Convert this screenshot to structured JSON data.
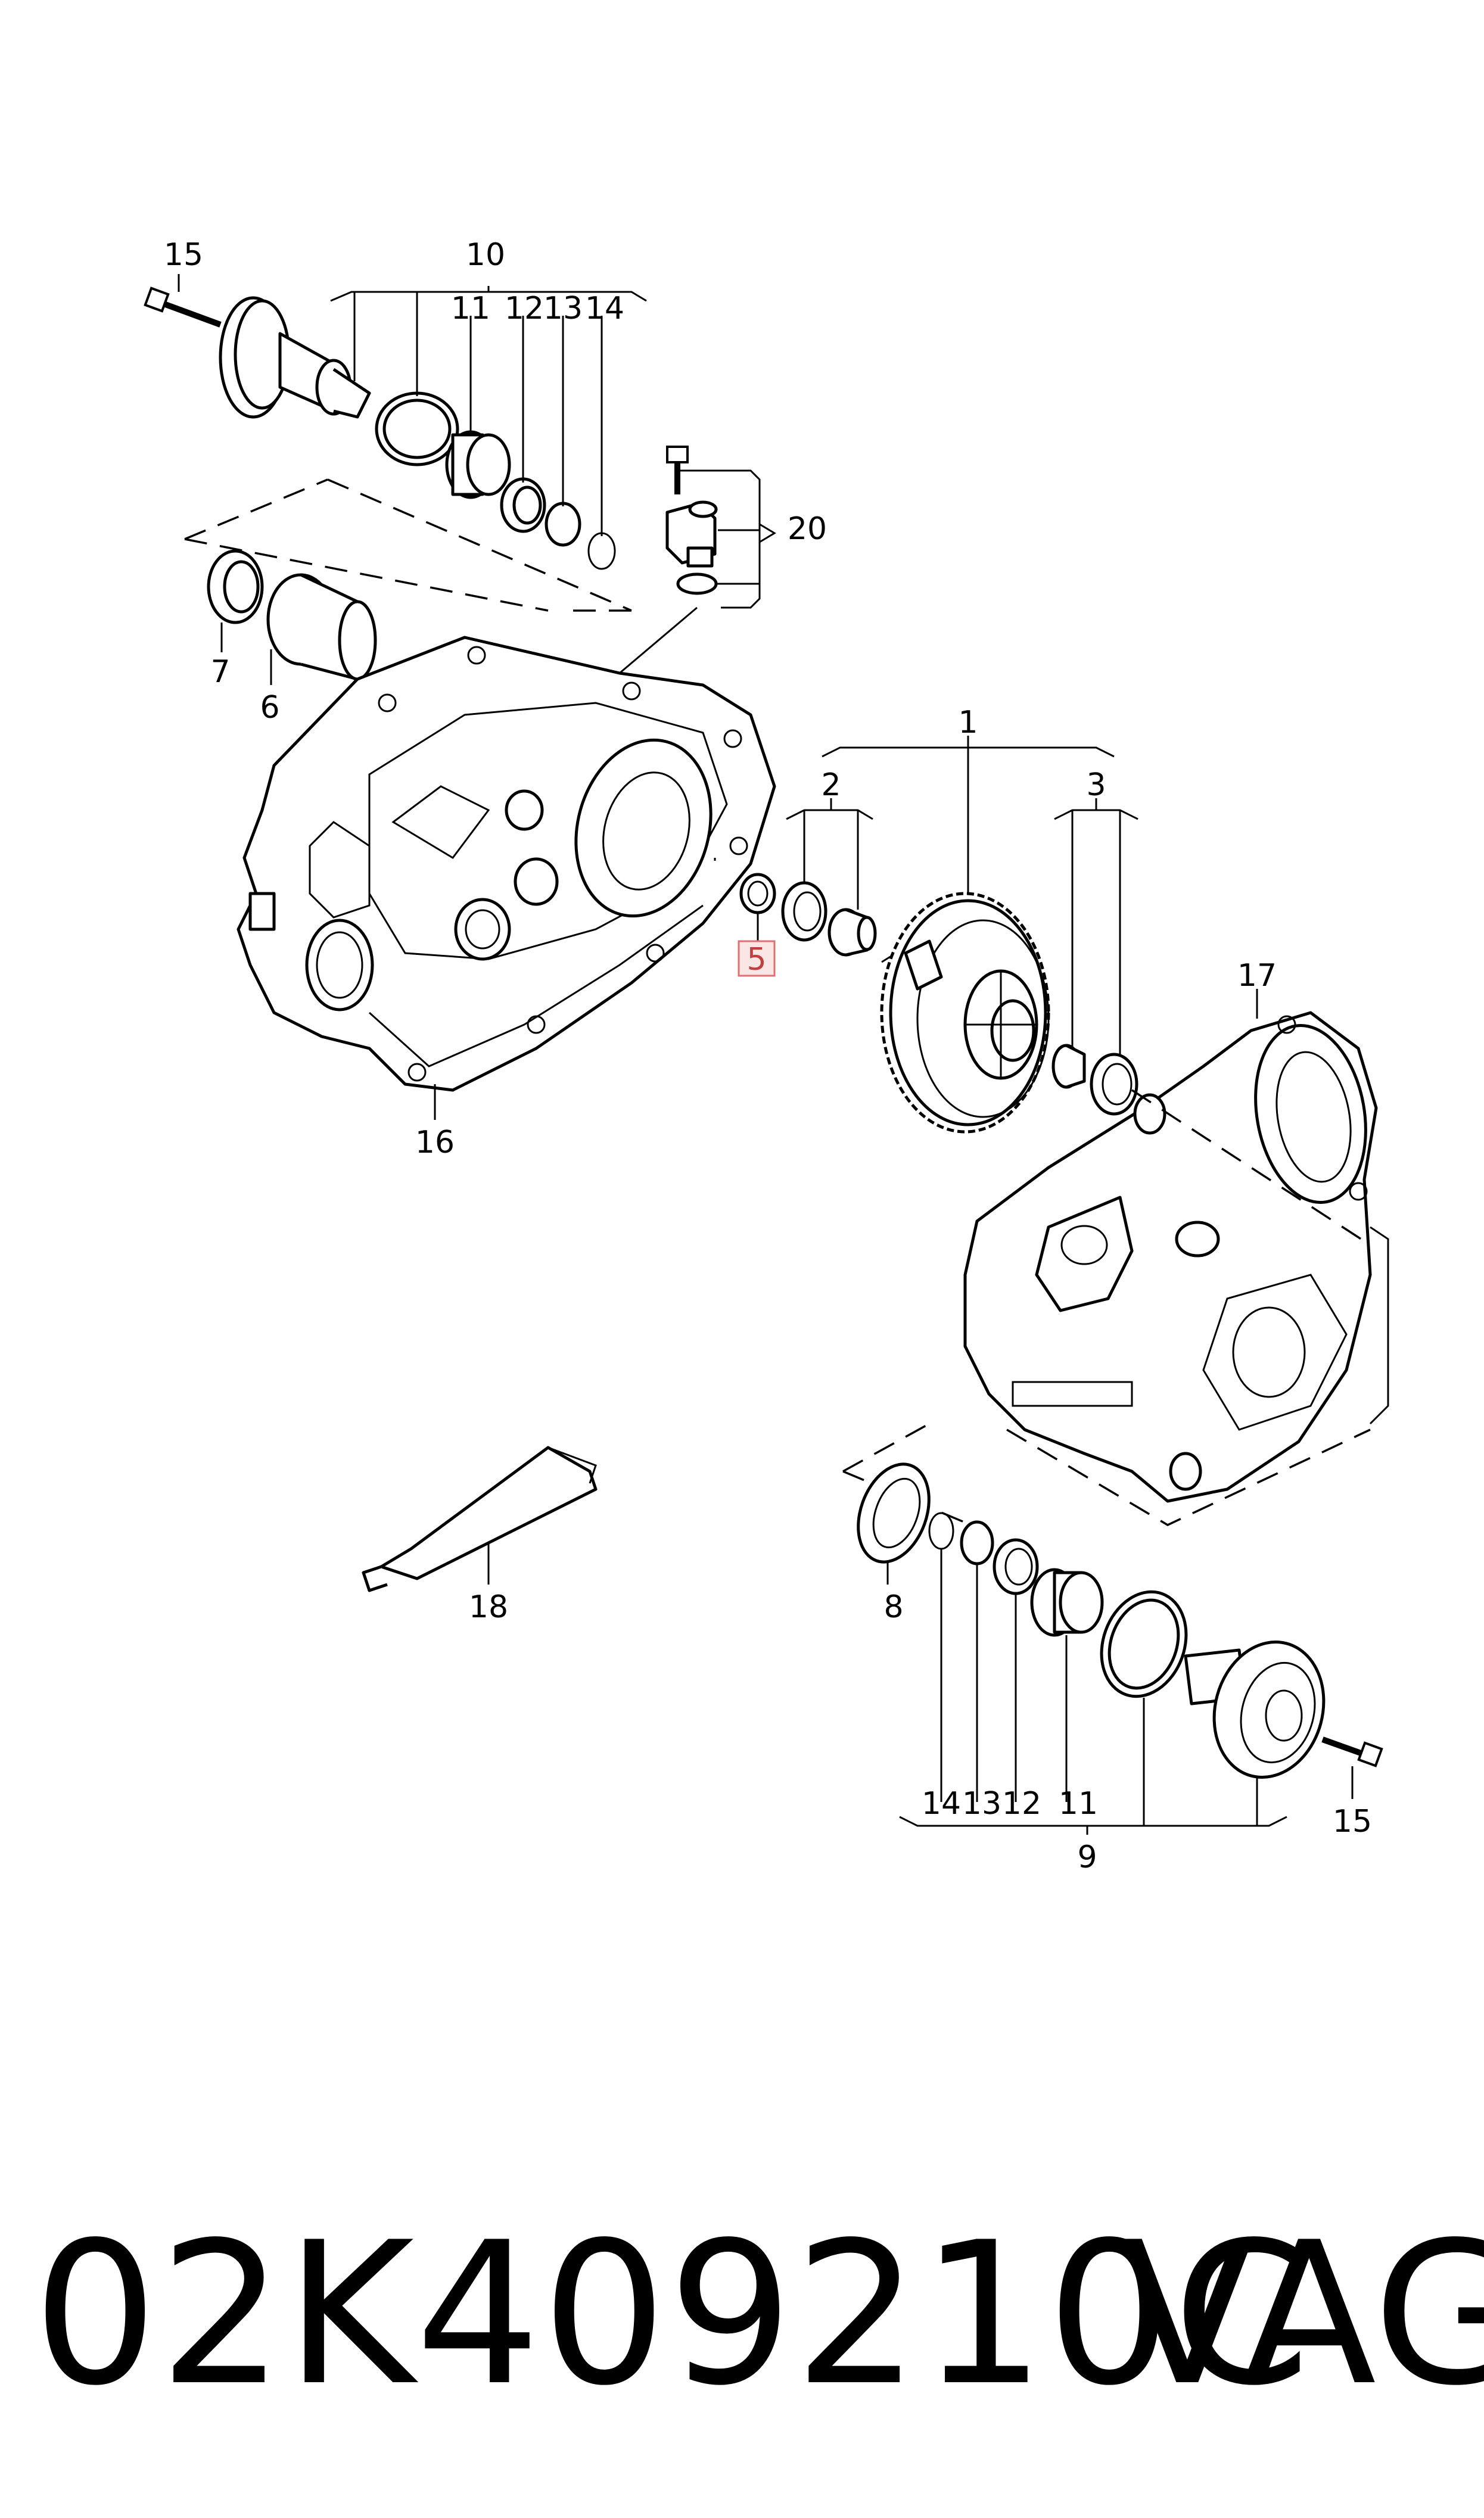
{
  "labels": {
    "l1": "1",
    "l2": "2",
    "l3": "3",
    "l5": "5",
    "l6": "6",
    "l7": "7",
    "l8": "8",
    "l9": "9",
    "l10": "10",
    "l11a": "11",
    "l11b": "11",
    "l12a": "12",
    "l12b": "12",
    "l13a": "13",
    "l13b": "13",
    "l14a": "14",
    "l14b": "14",
    "l15a": "15",
    "l15b": "15",
    "l16": "16",
    "l17": "17",
    "l18": "18",
    "l20": "20"
  },
  "footer": {
    "part_number": "02K409210C",
    "brand": "VAG"
  },
  "colors": {
    "highlight": "#e07070"
  }
}
